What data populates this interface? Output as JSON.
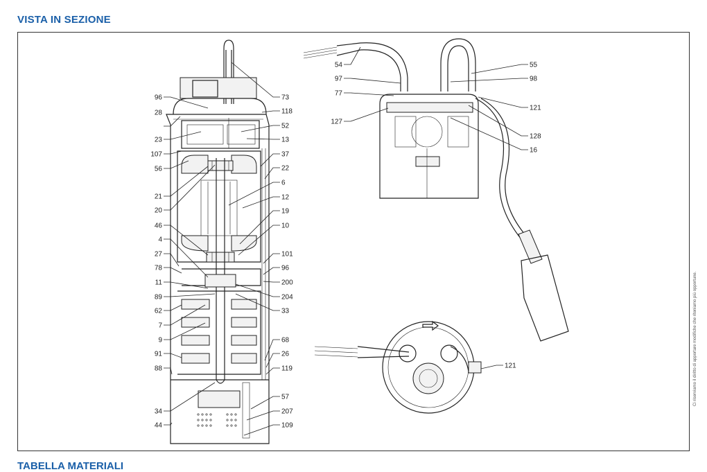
{
  "page": {
    "title": "VISTA IN SEZIONE",
    "next_section_title": "TABELLA MATERIALI",
    "side_note": "Ci riserviamo il diritto di apportare modifiche che riteniamo più opportune."
  },
  "callouts": {
    "left": [
      "96",
      "28",
      "23",
      "107",
      "56",
      "21",
      "20",
      "46",
      "4",
      "27",
      "78",
      "11",
      "89",
      "62",
      "7",
      "9",
      "91",
      "88",
      "34",
      "44"
    ],
    "right": [
      "73",
      "118",
      "52",
      "13",
      "37",
      "22",
      "6",
      "12",
      "19",
      "10",
      "101",
      "96",
      "200",
      "204",
      "33",
      "68",
      "26",
      "119",
      "57",
      "207",
      "109"
    ],
    "top": [
      "54",
      "97",
      "77",
      "127",
      "55",
      "98",
      "121",
      "128",
      "16"
    ],
    "bottom": [
      "121"
    ]
  }
}
